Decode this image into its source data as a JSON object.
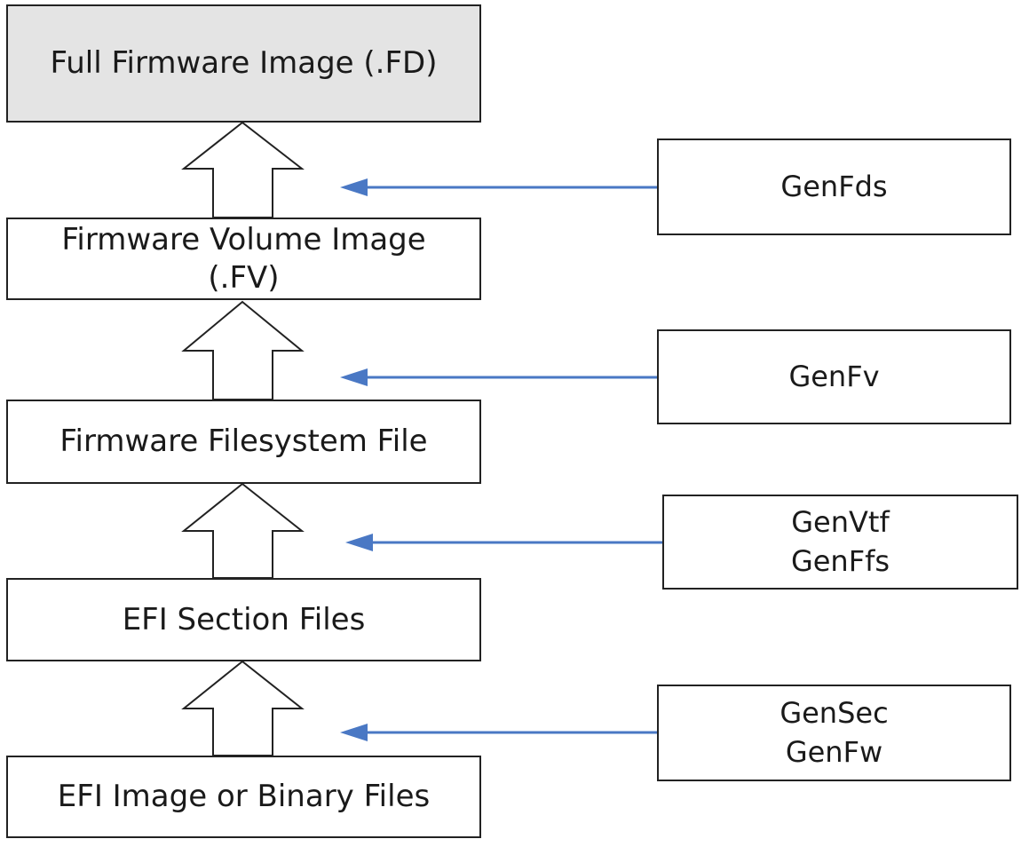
{
  "stages": [
    {
      "label": "Full Firmware Image (.FD)"
    },
    {
      "label": "Firmware Volume Image\n(.FV)"
    },
    {
      "label": "Firmware Filesystem File"
    },
    {
      "label": "EFI Section Files"
    },
    {
      "label": "EFI Image or Binary Files"
    }
  ],
  "tools": [
    {
      "label": "GenFds"
    },
    {
      "label": "GenFv"
    },
    {
      "label": "GenVtf\nGenFfs"
    },
    {
      "label": "GenSec\nGenFw"
    }
  ],
  "colors": {
    "top_stage_fill": "#e4e4e4",
    "connector_arrow": "#4a78c4",
    "outline": "#222222"
  }
}
